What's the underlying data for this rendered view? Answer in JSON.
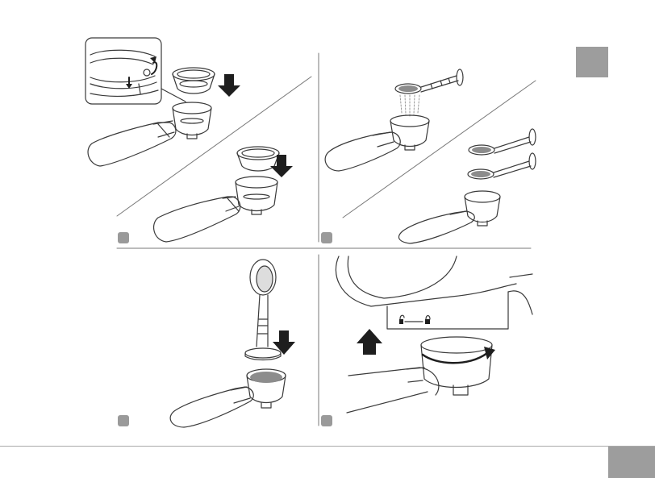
{
  "document": {
    "type": "instruction-manual-illustration-page",
    "panels": [
      {
        "name": "insert-filter-basket",
        "illustrations": [
          "filter-basket",
          "portafilter",
          "lock-clip-detail",
          "down-arrow"
        ]
      },
      {
        "name": "dose-coffee",
        "illustrations": [
          "measuring-spoon",
          "portafilter",
          "ground-coffee"
        ]
      },
      {
        "name": "tamp-coffee",
        "illustrations": [
          "tamper",
          "portafilter",
          "down-arrow"
        ]
      },
      {
        "name": "lock-portafilter",
        "illustrations": [
          "machine-group-head",
          "lock-icons",
          "rotate-arrow",
          "up-arrow"
        ]
      }
    ],
    "colors": {
      "line": "#3a3a3a",
      "arrow": "#1e1e1e",
      "marker": "#9a9a9a",
      "tab": "#9d9d9d",
      "coffee": "#8c8c8c"
    }
  }
}
